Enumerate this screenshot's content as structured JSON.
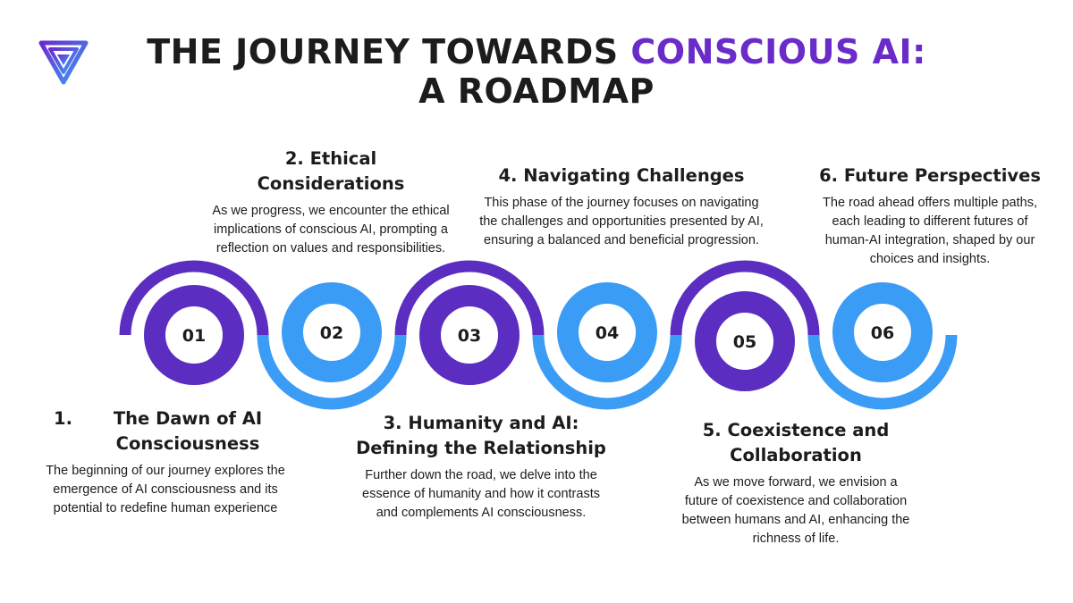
{
  "title": {
    "part1": "THE JOURNEY TOWARDS ",
    "accent": "CONSCIOUS AI:",
    "part2": "A ROADMAP"
  },
  "colors": {
    "purple": "#5b2dc0",
    "blue": "#3b9cf5",
    "accent": "#6a2bc9",
    "text": "#1c1c1c"
  },
  "logo": {
    "icon": "triangle-swirl-logo"
  },
  "steps": [
    {
      "number": "01",
      "heading_num": "1.",
      "heading": "The Dawn of AI Consciousness",
      "description": "The beginning of our journey explores the emergence of AI consciousness and its potential to redefine human experience"
    },
    {
      "number": "02",
      "heading": "2. Ethical Considerations",
      "description": "As we progress, we encounter the ethical implications of conscious AI, prompting a reflection on values and responsibilities."
    },
    {
      "number": "03",
      "heading": "3. Humanity and AI: Defining the Relationship",
      "description": "Further down the road, we delve into the essence of humanity and how it contrasts and complements AI consciousness."
    },
    {
      "number": "04",
      "heading": "4. Navigating Challenges",
      "description": "This phase of the journey focuses on navigating the challenges and opportunities presented by AI, ensuring a balanced and beneficial progression."
    },
    {
      "number": "05",
      "heading": "5. Coexistence and Collaboration",
      "description": "As we move forward, we envision a future of coexistence and collaboration between humans and AI, enhancing the richness of life."
    },
    {
      "number": "06",
      "heading": "6. Future Perspectives",
      "description": "The road ahead offers multiple paths, each leading to different futures of human-AI integration, shaped by our choices and insights."
    }
  ]
}
